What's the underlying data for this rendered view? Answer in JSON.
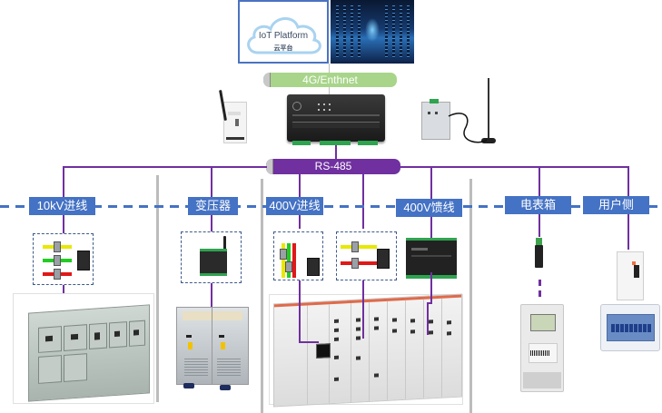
{
  "platform": {
    "title": "IoT Platform",
    "subtitle": "云平台"
  },
  "network": {
    "uplink_label": "4G/Enthnet",
    "bus_label": "RS-485"
  },
  "sections": [
    {
      "id": "10kv-incoming",
      "label": "10kV进线"
    },
    {
      "id": "transformer",
      "label": "变压器"
    },
    {
      "id": "400v-incoming",
      "label": "400V进线"
    },
    {
      "id": "400v-feeder",
      "label": "400V馈线"
    },
    {
      "id": "meter-box",
      "label": "电表箱"
    },
    {
      "id": "user-side",
      "label": "用户侧"
    }
  ],
  "colors": {
    "bus_purple": "#7030a0",
    "uplink_green": "#a8d58a",
    "label_blue": "#4472c4",
    "platform_border": "#4a73c2"
  },
  "devices": {
    "top": [
      "wireless-module",
      "gateway",
      "4g-dtu"
    ],
    "sections": {
      "10kv-incoming": [
        "ct-meter-set",
        "hv-switchgear"
      ],
      "transformer": [
        "wireless-temperature-controller",
        "dry-type-transformer"
      ],
      "400v-incoming": [
        "ct-meter-set-vertical",
        "ct-meter-set",
        "lv-switchgear"
      ],
      "400v-feeder": [
        "multi-circuit-meter"
      ],
      "meter-box": [
        "rs485-adapter",
        "smart-energy-meter"
      ],
      "user-side": [
        "smart-breaker",
        "distribution-box"
      ]
    }
  }
}
